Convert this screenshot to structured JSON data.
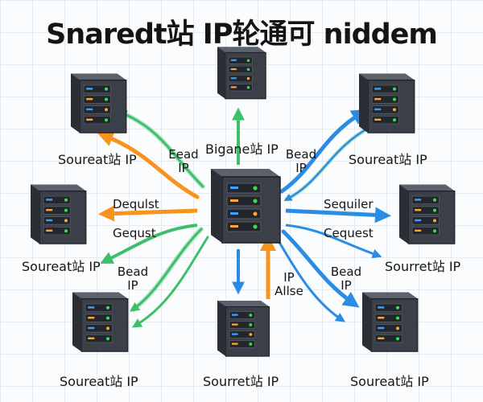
{
  "title": "Snaredt站 IP轮通可 niddem",
  "colors": {
    "orange": "#f7931e",
    "green": "#3ec06a",
    "blue": "#2b8ce6",
    "server_body": "#3b4048",
    "server_dark": "#25292f",
    "led_green": "#3ddc55",
    "led_blue": "#3aa0ff",
    "led_orange": "#ffa630"
  },
  "nodes": {
    "top_left": "Soureat站 IP",
    "top_center": "Bigane站 IP",
    "top_right": "Soureat站 IP",
    "mid_left": "Soureat站 IP",
    "mid_right": "Sourret站 IP",
    "bottom_left": "Soureat站 IP",
    "bottom_center": "Sourret站 IP",
    "bottom_right": "Soureat站 IP"
  },
  "edges": {
    "top_left": [
      "Eead",
      "IP"
    ],
    "top_right": [
      "Bead",
      "IP"
    ],
    "left_upper": "Dequlst",
    "left_lower": "Gequst",
    "right_upper": "Sequiler",
    "right_lower": "Cequest",
    "bottom_left": [
      "Bead",
      "IP"
    ],
    "bottom_center": [
      "IP",
      "Allse"
    ],
    "bottom_right": [
      "Bead",
      "IP"
    ]
  },
  "icons": [
    "server-icon",
    "central-server-icon"
  ]
}
